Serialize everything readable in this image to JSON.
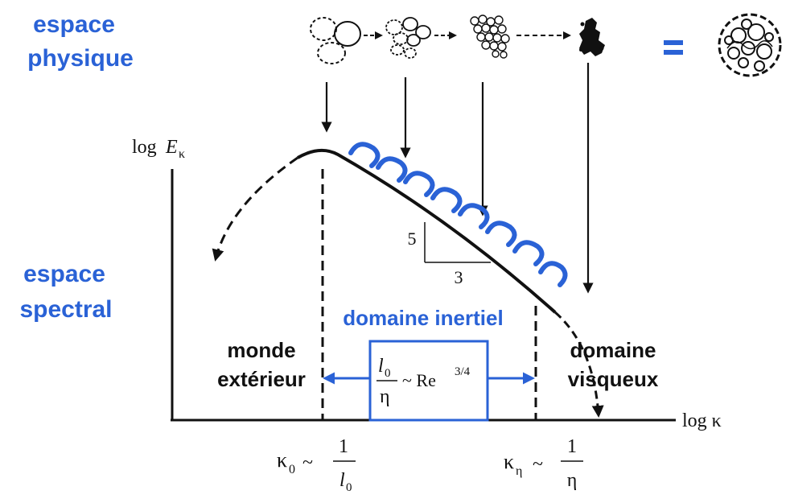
{
  "labels": {
    "physical_space_line1": "espace",
    "physical_space_line2": "physique",
    "spectral_space_line1": "espace",
    "spectral_space_line2": "spectral",
    "equals_sign": "=",
    "y_axis_log": "log",
    "y_axis_E": "E",
    "y_axis_kappa": "κ",
    "x_axis_label": "log κ",
    "slope_numerator": "5",
    "slope_denominator": "3",
    "inertial_domain": "domaine inertiel",
    "outer_world_line1": "monde",
    "outer_world_line2": "extérieur",
    "viscous_domain_line1": "domaine",
    "viscous_domain_line2": "visqueux"
  },
  "formula_box": {
    "numerator_l": "l",
    "numerator_sub": "0",
    "denominator": "η",
    "tilde_re": "~ Re",
    "exponent": "3/4"
  },
  "kappa0": {
    "kappa": "κ",
    "sub": "0",
    "tilde": "~",
    "one": "1",
    "den_l": "l",
    "den_sub": "0"
  },
  "kappa_eta": {
    "kappa": "κ",
    "sub": "η",
    "tilde": "~",
    "one": "1",
    "den": "η"
  },
  "colors": {
    "accent_blue": "#2a62d6",
    "line_black": "#111111"
  },
  "icons": [
    "large-eddy-icon",
    "medium-eddies-icon",
    "small-eddies-icon",
    "tiny-eddies-icon",
    "turbulence-ball-icon",
    "cascade-arrow-icon"
  ]
}
